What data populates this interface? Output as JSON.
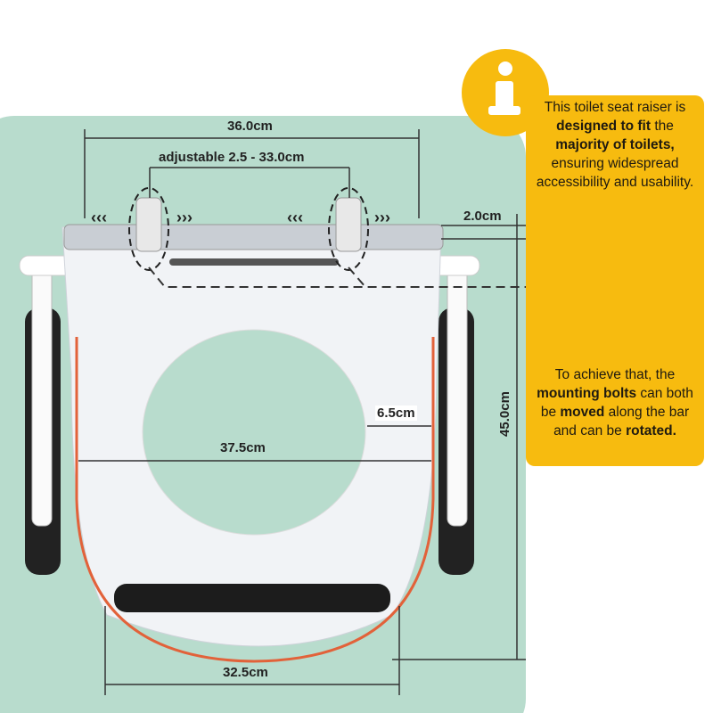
{
  "dimensions": {
    "top_width": "36.0cm",
    "adjustable": "adjustable 2.5 - 33.0cm",
    "bar_offset": "2.0cm",
    "length": "45.0cm",
    "inner_width": "37.5cm",
    "side_gap": "6.5cm",
    "bottom_width": "32.5cm"
  },
  "info": {
    "icon": "info-icon",
    "p1": [
      "This toilet seat raiser is",
      "designed to fit",
      " the",
      "majority of toilets,",
      "ensuring widespread accessibility and usability."
    ],
    "p2": [
      "To achieve that, the",
      "mounting bolts",
      " can both be ",
      "moved",
      " along the bar and can be ",
      "rotated."
    ]
  },
  "colors": {
    "panel": "#b8dccd",
    "accent": "#f7bb0f",
    "outline": "#e2623a"
  }
}
